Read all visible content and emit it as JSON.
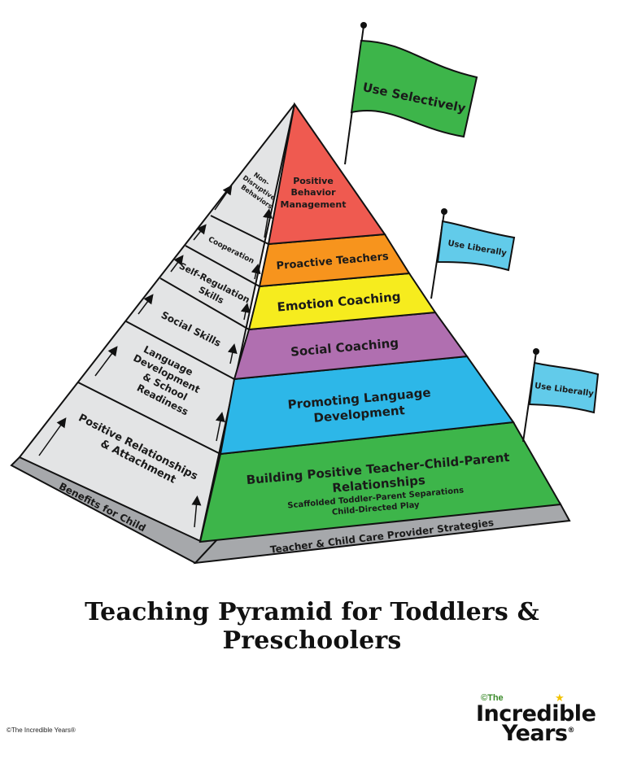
{
  "title": "Teaching Pyramid for Toddlers & Preschoolers",
  "copyright": "©The Incredible Years®",
  "logo": {
    "prefix": "©The",
    "line1": "Incredible",
    "line2": "Years",
    "mark": "®"
  },
  "colors": {
    "level1": "#3db54a",
    "level2": "#2db7e8",
    "level3": "#b06fb0",
    "level4": "#f6ec1e",
    "level5": "#f7941d",
    "level6": "#ef5a50",
    "side": "#e3e4e5",
    "base": "#a6a8ab",
    "flag_green": "#3db54a",
    "flag_blue": "#62cbea"
  },
  "strategies": [
    {
      "lines": [
        "Building Positive Teacher-Child-Parent",
        "Relationships"
      ],
      "sub": [
        "Scaffolded Toddler-Parent Separations",
        "Child-Directed Play"
      ]
    },
    {
      "lines": [
        "Promoting Language",
        "Development"
      ]
    },
    {
      "lines": [
        "Social Coaching"
      ]
    },
    {
      "lines": [
        "Emotion Coaching"
      ]
    },
    {
      "lines": [
        "Proactive Teachers"
      ]
    },
    {
      "lines": [
        "Positive",
        "Behavior",
        "Management"
      ]
    }
  ],
  "benefits": [
    {
      "lines": [
        "Positive Relationships",
        "& Attachment"
      ]
    },
    {
      "lines": [
        "Language",
        "Development",
        "& School",
        "Readiness"
      ]
    },
    {
      "lines": [
        "Social Skills"
      ]
    },
    {
      "lines": [
        "Self-Regulation",
        "Skills"
      ]
    },
    {
      "lines": [
        "Cooperation"
      ]
    },
    {
      "lines": [
        "Non-",
        "Disruptive",
        "Behaviors"
      ]
    }
  ],
  "base_labels": {
    "left": "Benefits for Child",
    "right": "Teacher & Child Care Provider Strategies"
  },
  "flags": [
    {
      "label": "Use Selectively"
    },
    {
      "label": "Use Liberally"
    },
    {
      "label": "Use Liberally"
    }
  ]
}
